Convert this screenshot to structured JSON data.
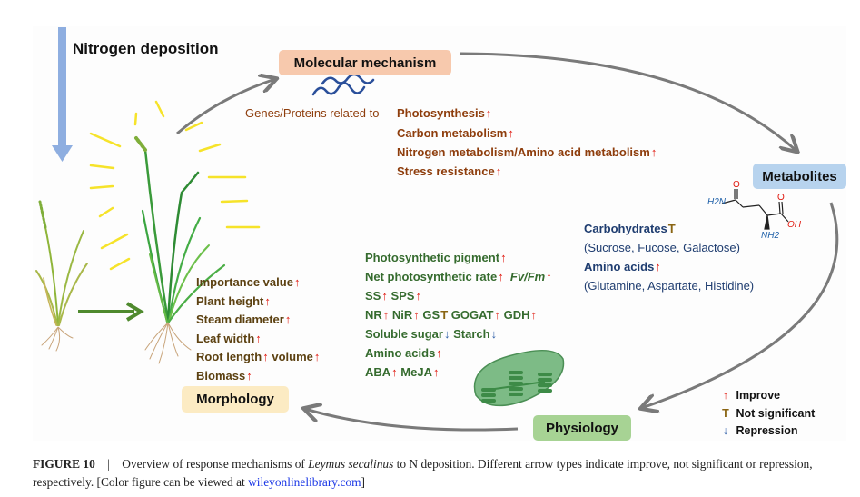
{
  "figure": {
    "input_label": "Nitrogen deposition",
    "nodes": {
      "molecular": "Molecular mechanism",
      "metabolites": "Metabolites",
      "physiology": "Physiology",
      "morphology": "Morphology"
    },
    "molecular": {
      "lead_text": "Genes/Proteins related to",
      "items": [
        {
          "label": "Photosynthesis",
          "effect": "improve"
        },
        {
          "label": "Carbon metabolism",
          "effect": "improve"
        },
        {
          "label": "Nitrogen metabolism/Amino acid metabolism",
          "effect": "improve"
        },
        {
          "label": "Stress resistance",
          "effect": "improve"
        }
      ]
    },
    "metabolites": {
      "groups": [
        {
          "label": "Carbohydrates",
          "effect": "not_significant",
          "detail": "(Sucrose, Fucose, Galactose)"
        },
        {
          "label": "Amino acids",
          "effect": "improve",
          "detail": "(Glutamine, Aspartate, Histidine)"
        }
      ],
      "structure_labels": {
        "amide_n": "H2N",
        "carbonyl_o1": "O",
        "carbonyl_o2": "O",
        "hydroxyl": "OH",
        "amine": "NH2"
      }
    },
    "physiology": {
      "rows": [
        [
          {
            "label": "Photosynthetic pigment",
            "effect": "improve"
          }
        ],
        [
          {
            "label": "Net photosynthetic rate",
            "effect": "improve"
          },
          {
            "label": "Fv/Fm",
            "effect": "improve",
            "italic": true
          }
        ],
        [
          {
            "label": "SS",
            "effect": "improve"
          },
          {
            "label": "SPS",
            "effect": "improve"
          }
        ],
        [
          {
            "label": "NR",
            "effect": "improve"
          },
          {
            "label": "NiR",
            "effect": "improve"
          },
          {
            "label": "GS",
            "effect": "not_significant"
          },
          {
            "label": "GOGAT",
            "effect": "improve"
          },
          {
            "label": "GDH",
            "effect": "improve"
          }
        ],
        [
          {
            "label": "Soluble sugar",
            "effect": "repression"
          },
          {
            "label": "Starch",
            "effect": "repression"
          }
        ],
        [
          {
            "label": "Amino acids",
            "effect": "improve"
          }
        ],
        [
          {
            "label": "ABA",
            "effect": "improve"
          },
          {
            "label": "MeJA",
            "effect": "improve"
          }
        ]
      ]
    },
    "morphology": {
      "rows": [
        [
          {
            "label": "Importance value",
            "effect": "improve"
          }
        ],
        [
          {
            "label": "Plant height",
            "effect": "improve"
          }
        ],
        [
          {
            "label": "Steam diameter",
            "effect": "improve"
          }
        ],
        [
          {
            "label": "Leaf width",
            "effect": "improve"
          }
        ],
        [
          {
            "label": "Root length",
            "effect": "improve"
          },
          {
            "label": "volume",
            "effect": "improve"
          }
        ],
        [
          {
            "label": "Biomass",
            "effect": "improve"
          }
        ]
      ]
    },
    "legend": [
      {
        "effect": "improve",
        "label": "Improve",
        "symbol": "↑"
      },
      {
        "effect": "not_significant",
        "label": "Not significant",
        "symbol": "T"
      },
      {
        "effect": "repression",
        "label": "Repression",
        "symbol": "↓"
      }
    ],
    "colors": {
      "improve": "#e0190f",
      "not_significant": "#8a6513",
      "repression": "#2e5ea8",
      "flow_arrow": "#7a7a7a",
      "nitrogen_arrow": "#8eaee0",
      "growth_arrow": "#4f8a2e"
    }
  },
  "caption": {
    "label": "FIGURE 10",
    "separator": "|",
    "text_before_italic": "Overview of response mechanisms of ",
    "italic": "Leymus secalinus",
    "text_after_italic": " to N deposition. Different arrow types indicate improve, not significant or repression, respectively. [Color figure can be viewed at ",
    "link_text": "wileyonlinelibrary.com",
    "text_end": "]"
  }
}
